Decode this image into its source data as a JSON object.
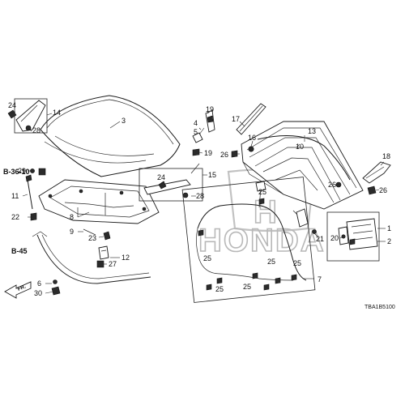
{
  "watermark": {
    "brand_text": "HONDA",
    "logo_letter": "H"
  },
  "refs": {
    "b3610": "B-36-10",
    "b45": "B-45"
  },
  "direction_label": "FR.",
  "diagram_code": "TBA1B5100",
  "callouts": {
    "c24a": "24",
    "c14": "14",
    "c28a": "28",
    "c3": "3",
    "c19a": "19",
    "c4": "4",
    "c5": "5",
    "c19b": "19",
    "c17": "17",
    "c13": "13",
    "c16": "16",
    "c10": "10",
    "c26a": "26",
    "c18": "18",
    "c26b": "26",
    "c29": "29",
    "c24b": "24",
    "c15": "15",
    "c26c": "26",
    "c28b": "28",
    "c11": "11",
    "c22": "22",
    "c8": "8",
    "c9": "9",
    "c23": "23",
    "c12": "12",
    "c27": "27",
    "c6": "6",
    "c30": "30",
    "c25a": "25",
    "c25b": "25",
    "c25c": "25",
    "c25d": "25",
    "c25e": "25",
    "c25f": "25",
    "c7": "7",
    "c21": "21",
    "c20": "20",
    "c1": "1",
    "c2": "2"
  }
}
